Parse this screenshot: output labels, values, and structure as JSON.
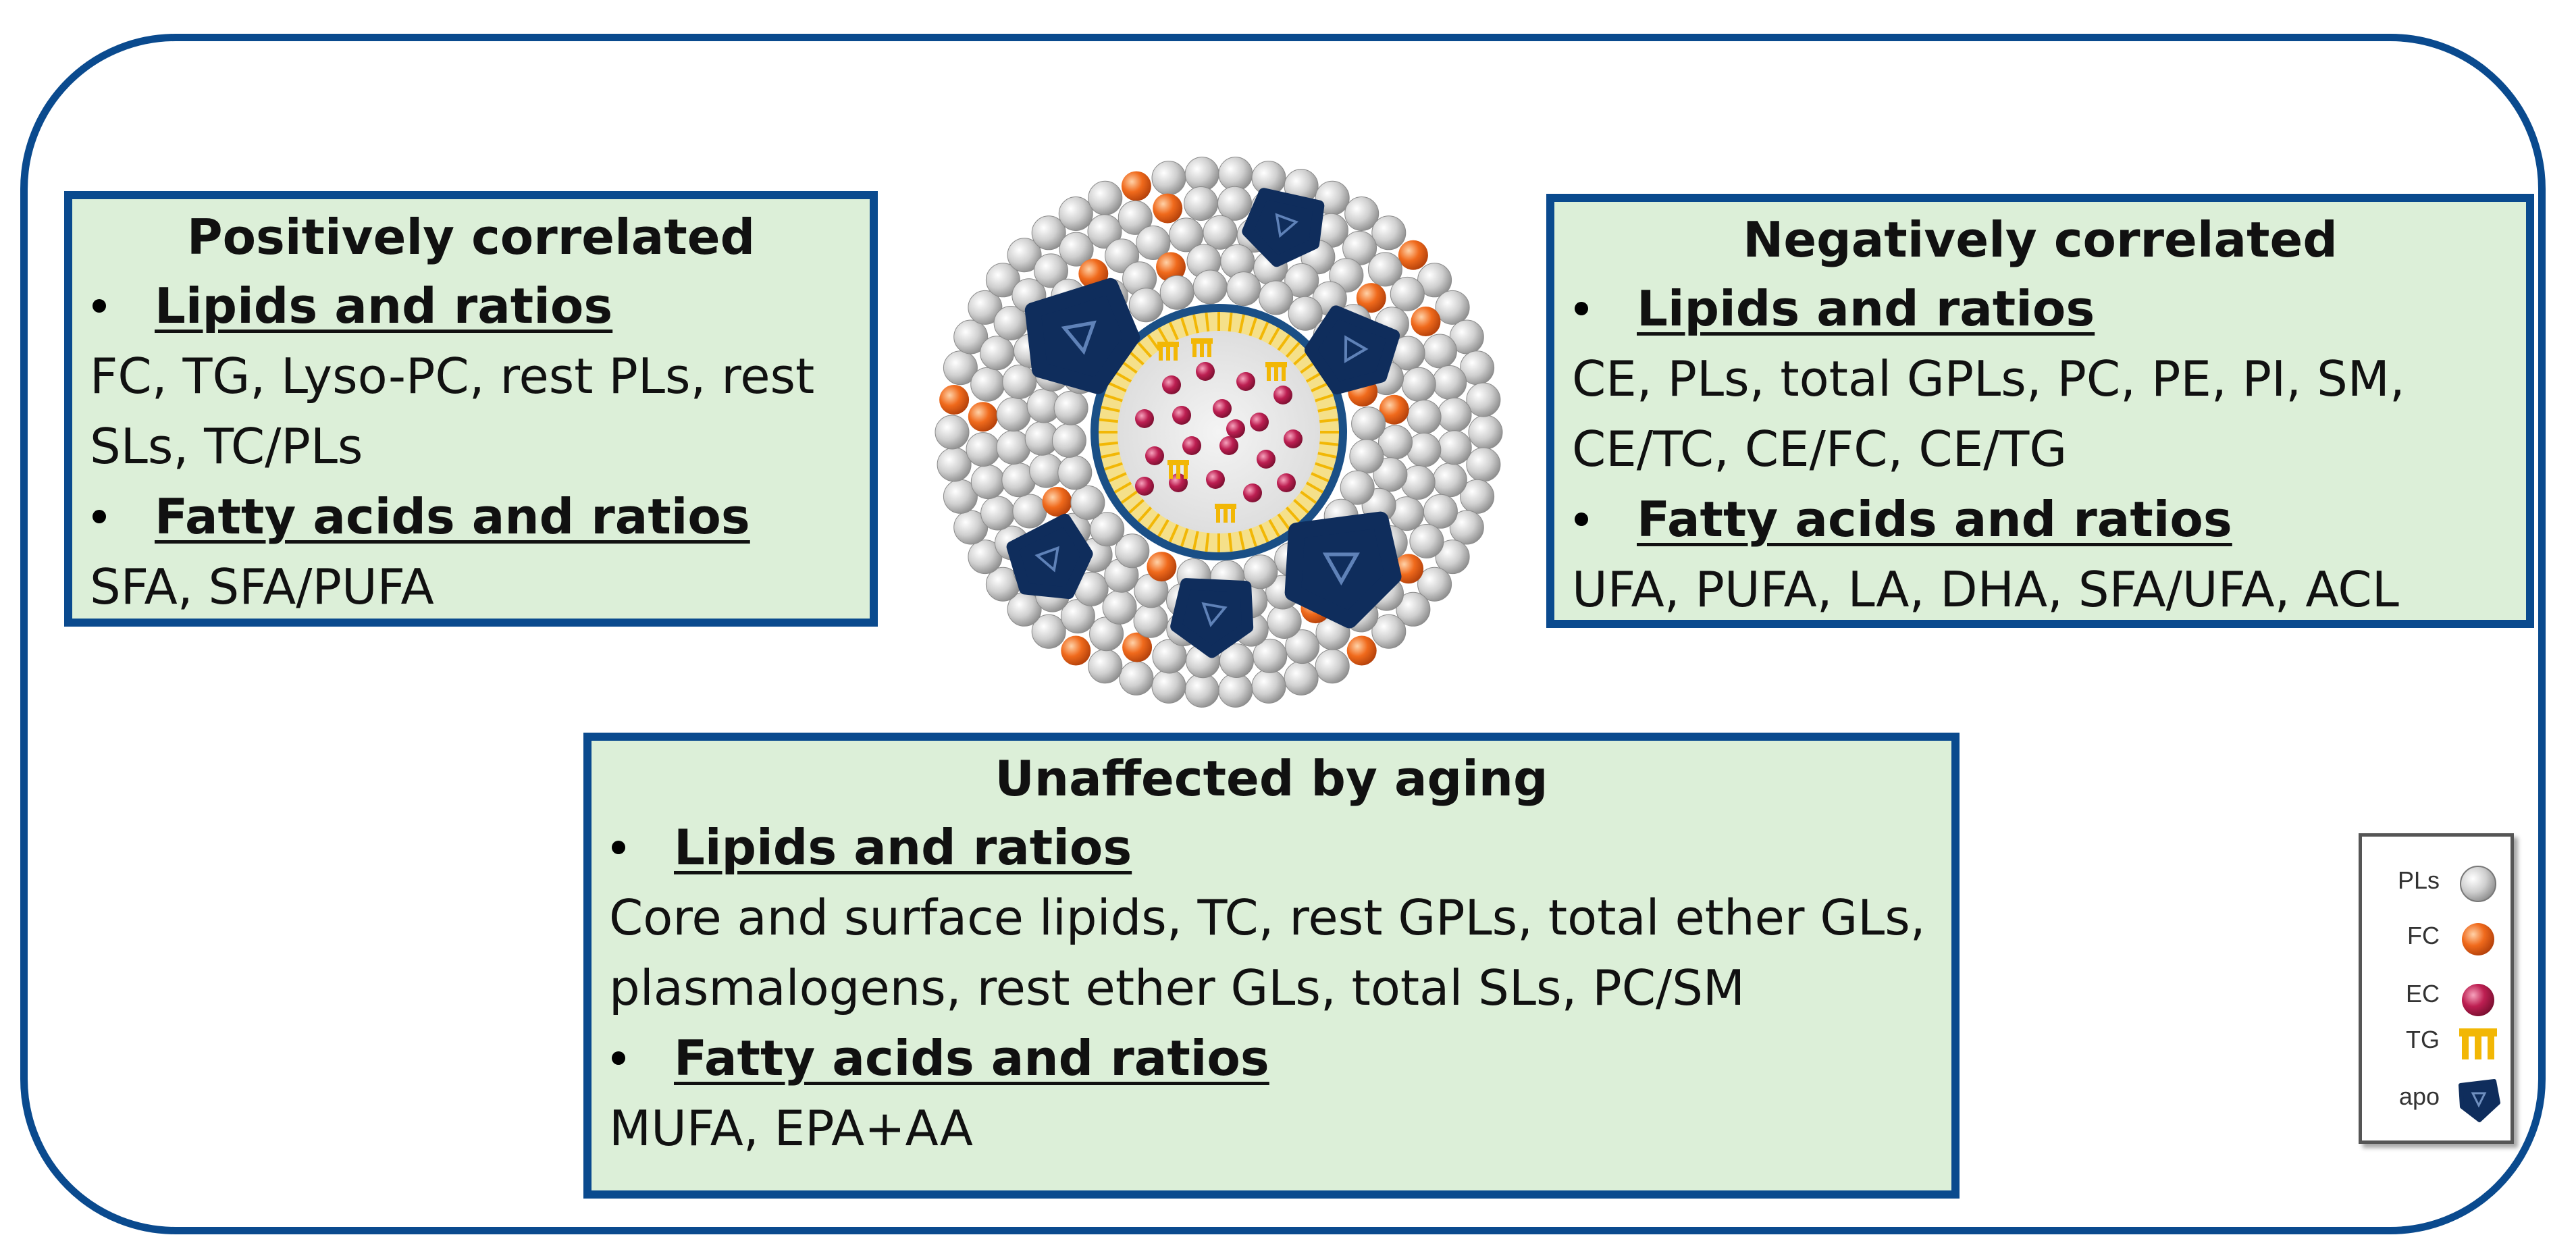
{
  "positive": {
    "title": "Positively correlated",
    "sections": [
      {
        "heading": "Lipids and ratios",
        "lines": [
          "FC, TG, Lyso-PC, rest PLs, rest",
          "SLs, TC/PLs"
        ]
      },
      {
        "heading": "Fatty acids and ratios",
        "lines": [
          "SFA, SFA/PUFA"
        ]
      }
    ]
  },
  "negative": {
    "title": "Negatively correlated",
    "sections": [
      {
        "heading": "Lipids and ratios",
        "lines": [
          "CE, PLs, total GPLs, PC, PE, PI, SM,",
          "CE/TC, CE/FC, CE/TG"
        ]
      },
      {
        "heading": "Fatty acids and ratios",
        "lines": [
          "UFA, PUFA, LA, DHA, SFA/UFA, ACL"
        ]
      }
    ]
  },
  "unaffected": {
    "title": "Unaffected by aging",
    "sections": [
      {
        "heading": "Lipids and ratios",
        "lines": [
          "Core and surface lipids, TC, rest GPLs, total ether GLs,",
          "plasmalogens, rest ether GLs, total SLs, PC/SM"
        ]
      },
      {
        "heading": "Fatty acids and ratios",
        "lines": [
          "MUFA, EPA+AA"
        ]
      }
    ]
  },
  "legend": {
    "items": [
      {
        "label": "PLs",
        "icon": "phospholipid-icon",
        "color": "#c8c8c8"
      },
      {
        "label": "FC",
        "icon": "free-cholesterol-icon",
        "color": "#e8601c"
      },
      {
        "label": "EC",
        "icon": "esterified-cholesterol-icon",
        "color": "#b5174a"
      },
      {
        "label": "TG",
        "icon": "triglyceride-icon",
        "color": "#f2b705"
      },
      {
        "label": "apo",
        "icon": "apolipoprotein-icon",
        "color": "#0f2d5c"
      }
    ]
  },
  "colors": {
    "frame": "#0a4a8e",
    "box_fill": "#dcefd8",
    "phospholipid": "#c8c8c8",
    "free_cholesterol": "#e8601c",
    "esterified_cholesterol": "#b5174a",
    "triglyceride": "#f2b705",
    "apolipoprotein": "#0f2d5c"
  }
}
